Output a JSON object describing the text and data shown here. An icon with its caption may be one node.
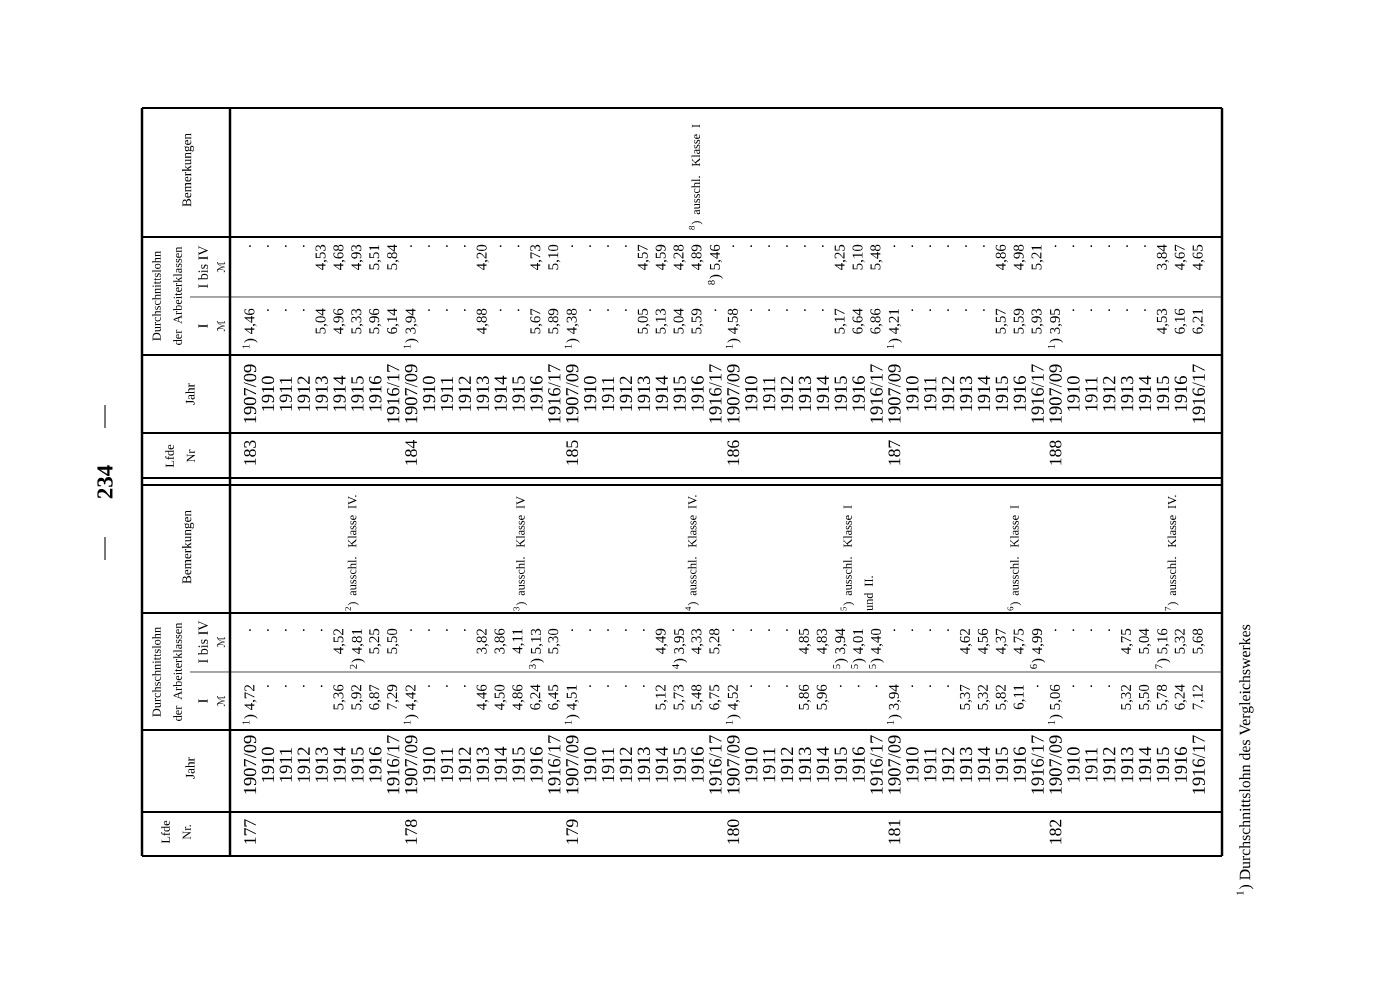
{
  "diagram": {
    "labels": [
      "234",
      "Lfde Nr.",
      "Jahr",
      "Durchschnittslohn der Arbeiterklassen",
      "I",
      "I bis IV",
      "ℳ",
      "ℳ",
      "Bemerkungen",
      "177",
      "1907/09",
      "$^{1}$) 4,72",
      ".",
      "1910",
      ".",
      ".",
      "1911",
      ".",
      ".",
      "1912",
      ".",
      ".",
      "1913",
      ".",
      ".",
      "1914",
      "5,36",
      "4,52",
      "$^{2}$) ausschl. Klasse IV.",
      "1915",
      "5,92",
      "$^{2}$) 4,81",
      "1916",
      "6,87",
      "5,25",
      "1916/17",
      "7,29",
      "5,50",
      "178",
      "1907/09",
      "$^{1}$) 4,42",
      ".",
      "1910",
      ".",
      ".",
      "1911",
      ".",
      ".",
      "1912",
      ".",
      ".",
      "1913",
      "4,46",
      "3,82",
      "1914",
      "4,50",
      "3,86",
      "1915",
      "4,86",
      "4,11",
      "$^{3}$) ausschl. Klasse IV",
      "1916",
      "6,24",
      "$^{3}$) 5,13",
      "1916/17",
      "6,45",
      "5,30",
      "179",
      "1907/09",
      "$^{1}$) 4,51",
      ".",
      "1910",
      ".",
      ".",
      "1911",
      ".",
      ".",
      "1912",
      ".",
      ".",
      "1913",
      ".",
      ".",
      "1914",
      "5,12",
      "4,49",
      "1915",
      "5,73",
      "$^{4}$) 3,95",
      "$^{4}$) ausschl. Klasse IV.",
      "1916",
      "5,48",
      "4,33",
      "1916/17",
      "6,75",
      "5,28",
      "180",
      "1907/09",
      "$^{1}$) 4,52",
      ".",
      "1910",
      ".",
      ".",
      "1911",
      ".",
      ".",
      "1912",
      ".",
      ".",
      "1913",
      "5,86",
      "4,85",
      "1914",
      "5,96",
      "4,83",
      "1915",
      ".",
      "$^{5}$) 3,94",
      "$^{5}$) ausschl. Klasse I und II.",
      "1916",
      ".",
      "$^{5}$) 4,01",
      "1916/17",
      ".",
      "$^{5}$) 4,40",
      "181",
      "1907/09",
      "$^{1}$) 3,94",
      ".",
      "1910",
      ".",
      ".",
      "1911",
      ".",
      ".",
      "1912",
      ".",
      ".",
      "1913",
      "5,37",
      "4,62",
      "1914",
      "5,32",
      "4,56",
      "1915",
      "5,82",
      "4,37",
      "$^{6}$) ausschl. Klasse I",
      "1916",
      "6,11",
      "4,75",
      "1916/17",
      ".",
      "$^{6}$) 4,99",
      "182",
      "1907/09",
      "$^{1}$) 5,06",
      ".",
      "1910",
      ".",
      ".",
      "1911",
      ".",
      ".",
      "1912",
      ".",
      ".",
      "1913",
      "5,32",
      "4,75",
      "1914",
      "5,50",
      "5,04",
      "1915",
      "5,78",
      "$^{7}$) 5,16",
      "$^{7}$) ausschl. Klasse IV.",
      "1916",
      "6,24",
      "5,32",
      "1916/17",
      "7,12",
      "5,68",
      "Lfde Nr",
      "Jahr",
      "Durchschnittslohn der Arbeiterklassen",
      "I",
      "I bis IV",
      "ℳ",
      "ℳ",
      "Bemerkungen",
      "183",
      "1907/09",
      "$^{1}$) 4,46",
      ".",
      "1910",
      ".",
      ".",
      "1911",
      ".",
      ".",
      "1912",
      ".",
      ".",
      "1913",
      "5,04",
      "4,53",
      "1914",
      "4,96",
      "4,68",
      "1915",
      "5,33",
      "4,93",
      "1916",
      "5,96",
      "5,51",
      "1916/17",
      "6,14",
      "5,84",
      "184",
      "1907/09",
      "$^{1}$) 3,94",
      ".",
      "1910",
      ".",
      ".",
      "1911",
      ".",
      ".",
      "1912",
      ".",
      ".",
      "1913",
      "4,88",
      "4,20",
      "1914",
      ".",
      ".",
      "1915",
      ".",
      ".",
      "1916",
      "5,67",
      "4,73",
      "1916/17",
      "5,89",
      "5,10",
      "185",
      "1907/09",
      "$^{1}$) 4,38",
      ".",
      "1910",
      ".",
      ".",
      "1911",
      ".",
      ".",
      "1912",
      ".",
      ".",
      "1913",
      "5,05",
      "4,57",
      "1914",
      "5,13",
      "4,59",
      "1915",
      "5,04",
      "4,28",
      "$^{8}$) ausschl. Klasse I",
      "1916",
      "5,59",
      "4,89",
      "1916/17",
      ".",
      "$^{8}$) 5,46",
      "186",
      "1907/09",
      "$^{1}$) 4,58",
      ".",
      "1910",
      ".",
      ".",
      "1911",
      ".",
      ".",
      "1912",
      ".",
      ".",
      "1913",
      ".",
      ".",
      "1914",
      ".",
      ".",
      "1915",
      "5,17",
      "4,25",
      "1916",
      "6,64",
      "5,10",
      "1916/17",
      "6,86",
      "5,48",
      "187",
      "1907/09",
      "$^{1}$) 4,21",
      ".",
      "1910",
      ".",
      ".",
      "1911",
      ".",
      ".",
      "1912",
      ".",
      ".",
      "1913",
      ".",
      ".",
      "1914",
      ".",
      ".",
      "1915",
      "5,57",
      "4,86",
      "1916",
      "5,59",
      "4,98",
      "1916/17",
      "5,93",
      "5,21",
      "188",
      "1907/09",
      "$^{1}$) 3,95",
      ".",
      "1910",
      ".",
      ".",
      "1911",
      ".",
      ".",
      "1912",
      ".",
      ".",
      "1913",
      ".",
      ".",
      "1914",
      ".",
      ".",
      "1915",
      "4,53",
      "3,84",
      "1916",
      "6,16",
      "4,67",
      "1916/17",
      "6,21",
      "4,65",
      "$^{1}$) Durchschnittslohn des Vergleichswerkes"
    ]
  }
}
